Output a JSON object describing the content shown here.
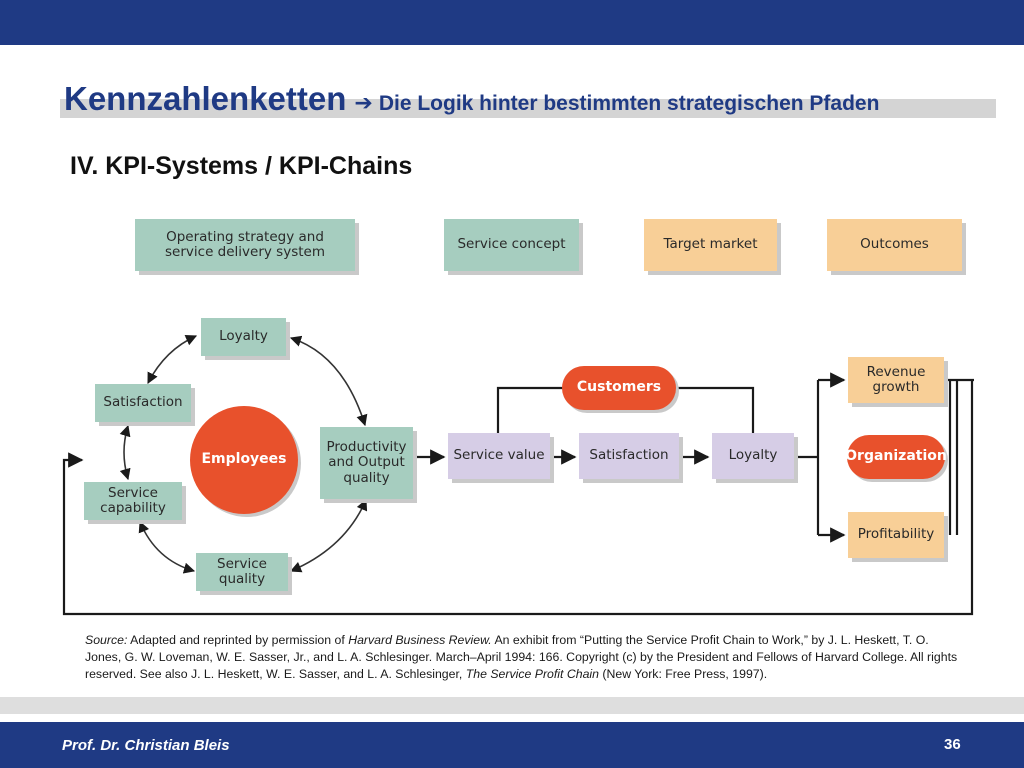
{
  "header": {
    "title_main": "Kennzahlenketten",
    "title_arrow": "➔",
    "title_sub": "Die Logik hinter bestimmten strategischen Pfaden",
    "subtitle": "IV. KPI-Systems / KPI-Chains"
  },
  "diagram": {
    "legend": {
      "operating_strategy": "Operating strategy and service delivery system",
      "service_concept": "Service concept",
      "target_market": "Target market",
      "outcomes": "Outcomes"
    },
    "cycle": {
      "loyalty": "Loyalty",
      "satisfaction": "Satisfaction",
      "service_capability": "Service capability",
      "service_quality": "Service quality",
      "productivity": "Productivity and Output quality",
      "employees": "Employees"
    },
    "chain": {
      "customers": "Customers",
      "service_value": "Service value",
      "satisfaction": "Satisfaction",
      "loyalty": "Loyalty"
    },
    "outcomes": {
      "revenue_growth": "Revenue growth",
      "organization": "Organization",
      "profitability": "Profitability"
    },
    "colors": {
      "green_box": "#a6cdbf",
      "tan_box": "#f8cf97",
      "purple_box": "#d6cde6",
      "orange_accent": "#e8512c",
      "brand_navy": "#1f3a84"
    }
  },
  "source": {
    "label": "Source:",
    "t1": " Adapted and reprinted by permission of ",
    "journal": "Harvard Business Review.",
    "t2": " An exhibit from “Putting the Service Profit Chain to Work,” by J. L. Heskett, T. O. Jones, G. W. Loveman, W. E. Sasser, Jr., and L. A. Schlesinger. March–April 1994: 166. Copyright (c) by the President and Fellows of Harvard College. All rights reserved. See also J. L. Heskett, W. E. Sasser, and L. A. Schlesinger, ",
    "book": "The Service Profit Chain",
    "t3": " (New York: Free Press, 1997)."
  },
  "footer": {
    "author": "Prof. Dr. Christian Bleis",
    "page_number": "36"
  }
}
